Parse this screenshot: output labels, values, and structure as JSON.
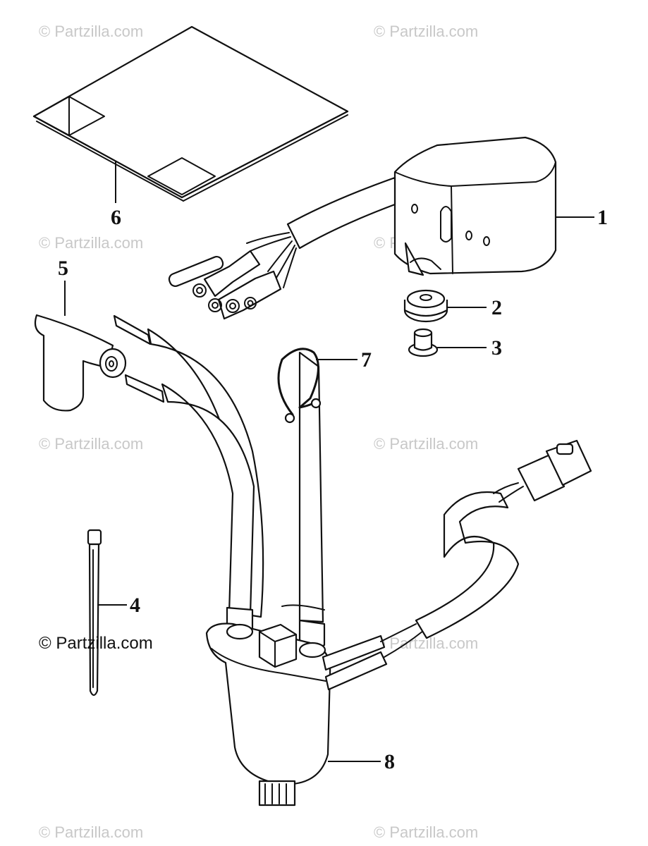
{
  "diagram": {
    "callouts": [
      "1",
      "2",
      "3",
      "4",
      "5",
      "6",
      "7",
      "8"
    ],
    "watermark": "© Partzilla.com",
    "watermark_main": "© Partzilla.com"
  }
}
